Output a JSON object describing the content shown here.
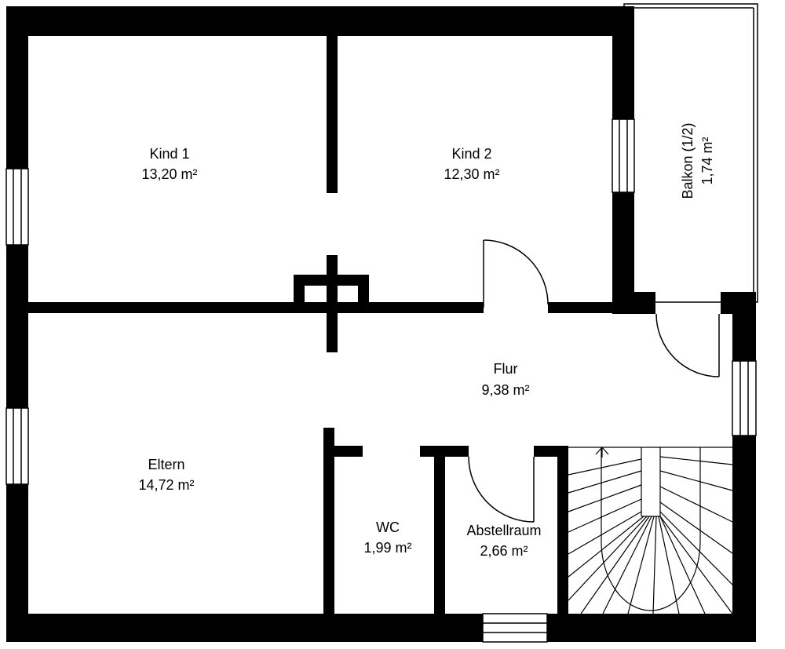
{
  "colors": {
    "wall": "#000000",
    "background": "#ffffff",
    "line": "#000000"
  },
  "rooms": {
    "kind1": {
      "name": "Kind 1",
      "area": "13,20 m²"
    },
    "kind2": {
      "name": "Kind 2",
      "area": "12,30 m²"
    },
    "balkon": {
      "name": "Balkon (1/2)",
      "area": "1,74 m²"
    },
    "flur": {
      "name": "Flur",
      "area": "9,38 m²"
    },
    "eltern": {
      "name": "Eltern",
      "area": "14,72 m²"
    },
    "wc": {
      "name": "WC",
      "area": "1,99 m²"
    },
    "abstellraum": {
      "name": "Abstellraum",
      "area": "2,66 m²"
    }
  }
}
